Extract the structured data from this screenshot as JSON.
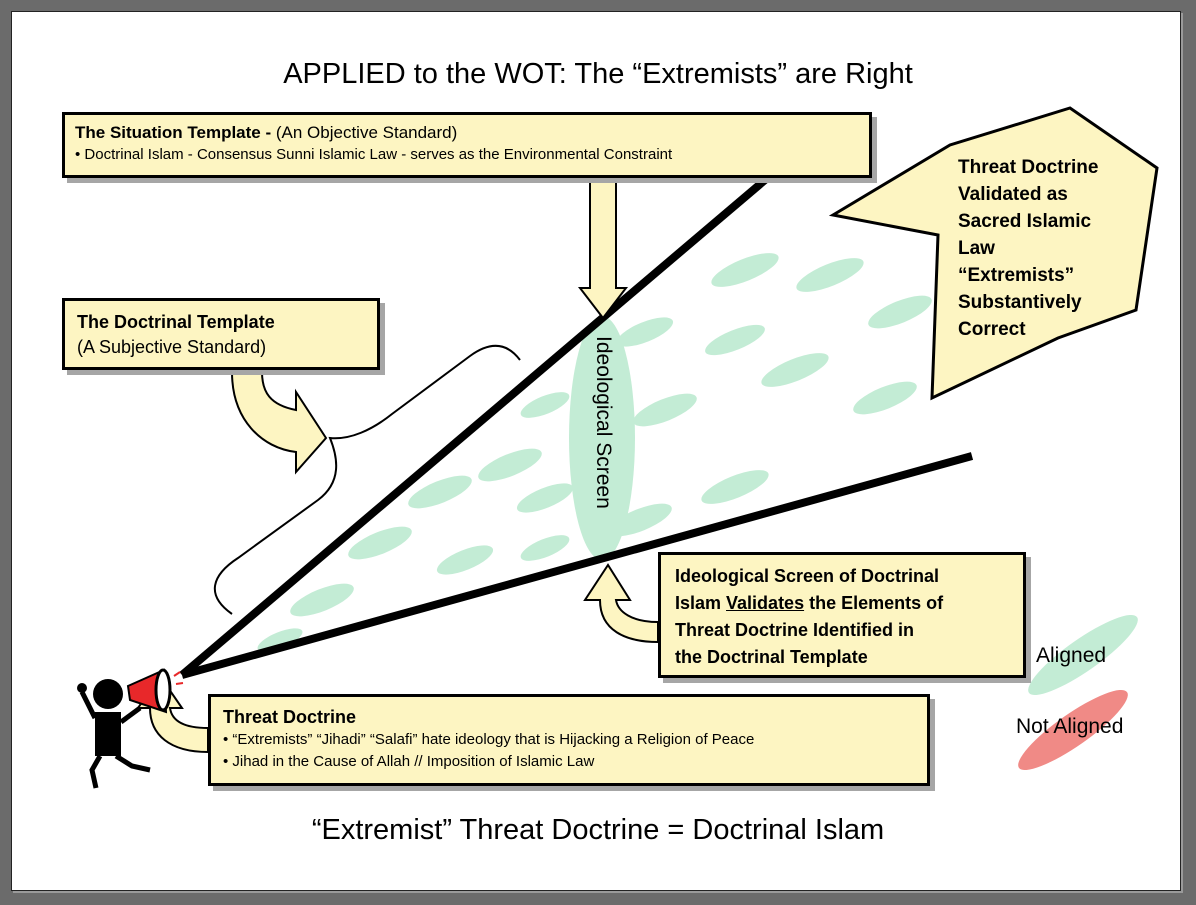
{
  "title": "APPLIED to the WOT:  The “Extremists” are Right",
  "footer": "“Extremist” Threat Doctrine = Doctrinal Islam",
  "situation_template": {
    "heading": "The Situation Template -",
    "subheading": " (An Objective Standard)",
    "bullet": "•  Doctrinal Islam - Consensus Sunni Islamic Law - serves as the Environmental Constraint"
  },
  "doctrinal_template": {
    "heading": "The Doctrinal Template",
    "subheading": "(A Subjective Standard)"
  },
  "callout": {
    "lines": [
      "Threat Doctrine",
      "Validated as",
      "Sacred Islamic",
      "Law",
      "“Extremists”",
      "Substantively",
      "Correct"
    ]
  },
  "ideological_screen_label": "Ideological Screen",
  "screen_box": {
    "line1": "Ideological Screen of Doctrinal",
    "line2_pre": "Islam ",
    "line2_underlined": "Validates",
    "line2_post": " the Elements of",
    "line3": "Threat Doctrine Identified in",
    "line4": "the Doctrinal Template"
  },
  "threat_doctrine": {
    "heading": "Threat Doctrine",
    "bullets": [
      "•  “Extremists” “Jihadi” “Salafi” hate ideology that is Hijacking a Religion of Peace",
      "•  Jihad in the Cause of Allah //  Imposition of Islamic Law"
    ]
  },
  "legend": [
    {
      "label": "Aligned",
      "color": "#c3ecd5"
    },
    {
      "label": "Not Aligned",
      "color": "#f08a86"
    }
  ],
  "colors": {
    "box_fill": "#fdf5c2",
    "aligned": "#c3ecd5",
    "not_aligned": "#f08a86",
    "megaphone": "#e8282a"
  }
}
